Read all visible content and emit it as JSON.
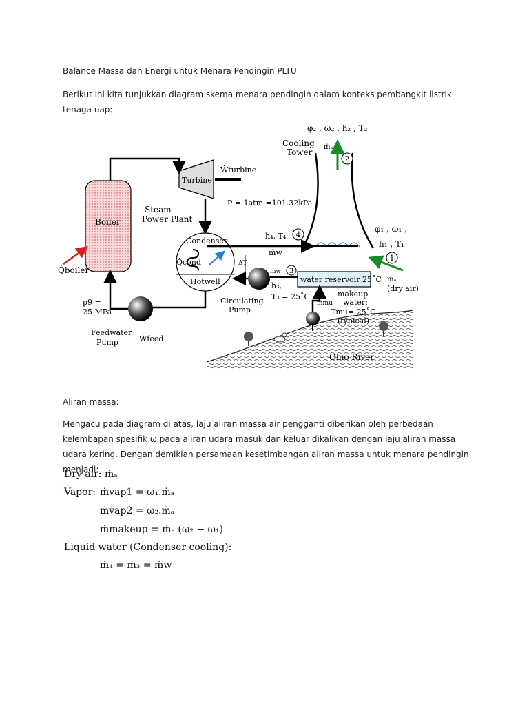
{
  "doc": {
    "title": "Balance Massa dan Energi untuk Menara Pendingin PLTU",
    "intro": "Berikut ini kita tunjukkan diagram skema menara pendingin dalam konteks pembangkit listrik tenaga uap:",
    "section_heading": "Aliran massa:",
    "paragraph": "Mengacu pada diagram di atas, laju aliran massa air pengganti diberikan oleh perbedaan kelembapan spesifik ω pada aliran udara masuk dan keluar dikalikan dengan laju aliran massa udara kering. Dengan demikian persamaan kesetimbangan aliran massa untuk menara pendingin menjadi:"
  },
  "diagram": {
    "cooling_tower": "Cooling",
    "cooling_tower2": "Tower",
    "state2": "φ₂ , ω₂ , h₂ , T₂",
    "ma_top": "ṁₐ",
    "n2": "2",
    "turbine": "Turbine",
    "w_turbine": "Ẇturbine",
    "pressure": "P =  1atm =101.32kPa",
    "steam1": "Steam",
    "steam2": "Power Plant",
    "boiler": "Boiler",
    "condenser": "Condenser",
    "q_cond": "Q̇cond",
    "hotwell": "Hotwell",
    "q_boiler": "Q̇boiler",
    "h4": "h₄, T₄",
    "n4": "4",
    "mw": "ṁw",
    "state1a": "φ₁ , ω₁ ,",
    "state1b": "h₁ , T₁",
    "n1": "1",
    "mw3": "ṁw",
    "n3": "3",
    "reservoir": "water reservoir  25˚C",
    "ma_air": "ṁₐ",
    "dry_air": "(dry air)",
    "delta_t": "ΔT",
    "h3": "h₃,",
    "t3": "T₃ = 25˚C",
    "mmu": "ṁmu",
    "makeup1": "makeup",
    "makeup2": "water:",
    "tmu": "Tmu= 25˚C",
    "typical": "(typical)",
    "p9a": "p9 =",
    "p9b": "25 MPa",
    "circ1": "Circulating",
    "circ2": "Pump",
    "feed1": "Feedwater",
    "feed2": "Pump",
    "w_feed": "Ẇfeed",
    "river": "Ohio River"
  },
  "equations": {
    "dry_air": "Dry air:  ṁₐ",
    "vapor_label": "Vapor:",
    "vap1": "ṁvap1 = ω₁.ṁₐ",
    "vap2": "ṁvap2 = ω₂.ṁₐ",
    "makeup": "ṁmakeup = ṁₐ (ω₂ − ω₁)",
    "liquid": "Liquid water (Condenser cooling):",
    "m4": "ṁ₄ = ṁ₃ = ṁw"
  },
  "colors": {
    "boiler_fill": "#f6d6d6",
    "reservoir_fill": "#dff1f8",
    "arrow_green": "#1a8a2a",
    "arrow_red": "#d42020",
    "arrow_blue": "#2080d8"
  }
}
